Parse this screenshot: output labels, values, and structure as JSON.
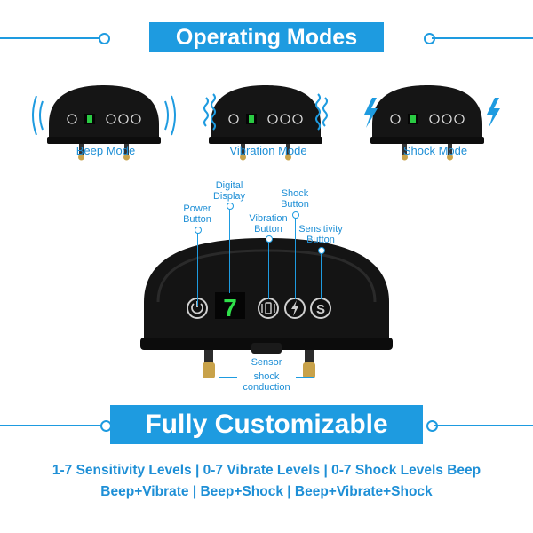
{
  "header": {
    "title": "Operating Modes"
  },
  "modes": [
    {
      "label": "Beep Mode",
      "icon": "sound-wave-icon"
    },
    {
      "label": "Vibration Mode",
      "icon": "vibration-wave-icon"
    },
    {
      "label": "Shock Mode",
      "icon": "lightning-bolt-icon"
    }
  ],
  "device": {
    "display_digit": "7",
    "callouts": {
      "power": "Power\nButton",
      "display": "Digital\nDisplay",
      "vibration": "Vibration\nButton",
      "shock": "Shock\nButton",
      "sensitivity": "Sensitivity\nButton",
      "sensor": "Sensor",
      "conduction": "shock\nconduction"
    }
  },
  "footer": {
    "title": "Fully Customizable",
    "line1": "1-7 Sensitivity Levels | 0-7 Vibrate Levels | 0-7 Shock Levels Beep",
    "line2": "Beep+Vibrate | Beep+Shock | Beep+Vibrate+Shock"
  },
  "colors": {
    "accent": "#1e9be0",
    "device": "#121212",
    "display": "#2fe04a",
    "contact": "#c8a24a"
  }
}
